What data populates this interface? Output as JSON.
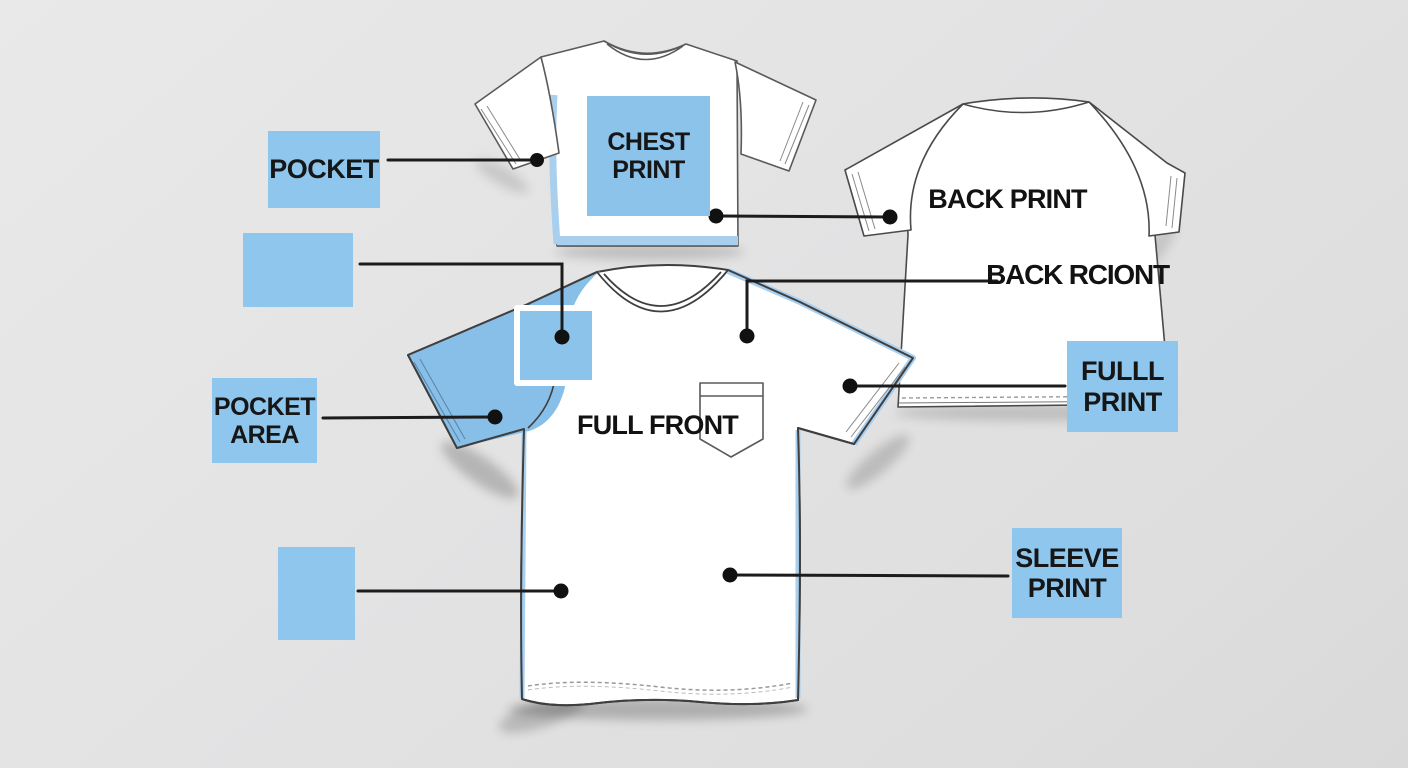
{
  "colors": {
    "background": "#e3e3e3",
    "label_box_blue": "#8ec6ee",
    "shirt_accent_blue": "#87bfe9",
    "shirt_trim_blue": "#a9cfee",
    "shirt_outline": "#3f3f3f",
    "label_text": "#161616",
    "connector_line": "#1c1c1c"
  },
  "shirts": {
    "top_front_cropped": {
      "chest_print_label": {
        "line1": "CHEST",
        "line2": "PRINT"
      }
    },
    "front_main": {
      "full_front_label": "FULL FRONT"
    },
    "back": {
      "back_print_label": "BACK PRINT",
      "secondary_label": "BACK RCIONT"
    }
  },
  "annotations": {
    "pocket": {
      "label": "POCKET"
    },
    "pocket_area": {
      "line1": "POCKET",
      "line2": "AREA"
    },
    "full_print": {
      "line1": "FULLL",
      "line2": "PRINT"
    },
    "sleeve_print": {
      "line1": "SLEEVE",
      "line2": "PRINT"
    }
  }
}
